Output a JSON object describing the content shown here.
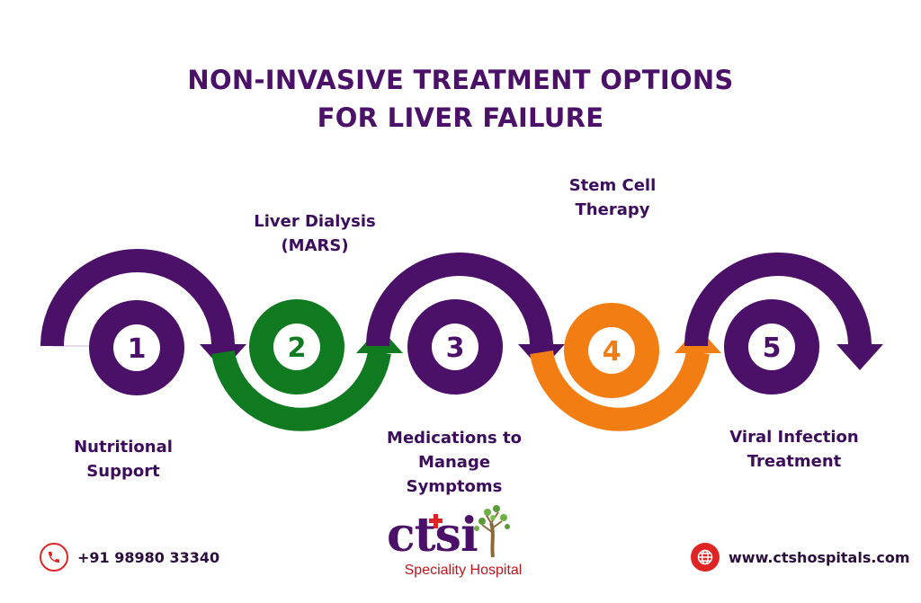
{
  "title": {
    "line1": "NON-INVASIVE TREATMENT OPTIONS",
    "line2": "FOR LIVER FAILURE"
  },
  "steps": [
    {
      "number": "1",
      "label_lines": [
        "Nutritional",
        "Support"
      ],
      "color": "#4b1068"
    },
    {
      "number": "2",
      "label_lines": [
        "Liver Dialysis",
        "(MARS)"
      ],
      "color": "#0f7a1f"
    },
    {
      "number": "3",
      "label_lines": [
        "Medications to",
        "Manage",
        "Symptoms"
      ],
      "color": "#4b1068"
    },
    {
      "number": "4",
      "label_lines": [
        "Stem Cell",
        "Therapy"
      ],
      "color": "#f27d12"
    },
    {
      "number": "5",
      "label_lines": [
        "Viral Infection",
        "Treatment"
      ],
      "color": "#4b1068"
    }
  ],
  "footer": {
    "phone": "+91 98980 33340",
    "website": "www.ctshospitals.com",
    "logo_text": "ctsi",
    "logo_subtitle": "Speciality Hospital",
    "phone_icon": "phone-icon",
    "web_icon": "globe-icon",
    "accent": "#e02424"
  }
}
